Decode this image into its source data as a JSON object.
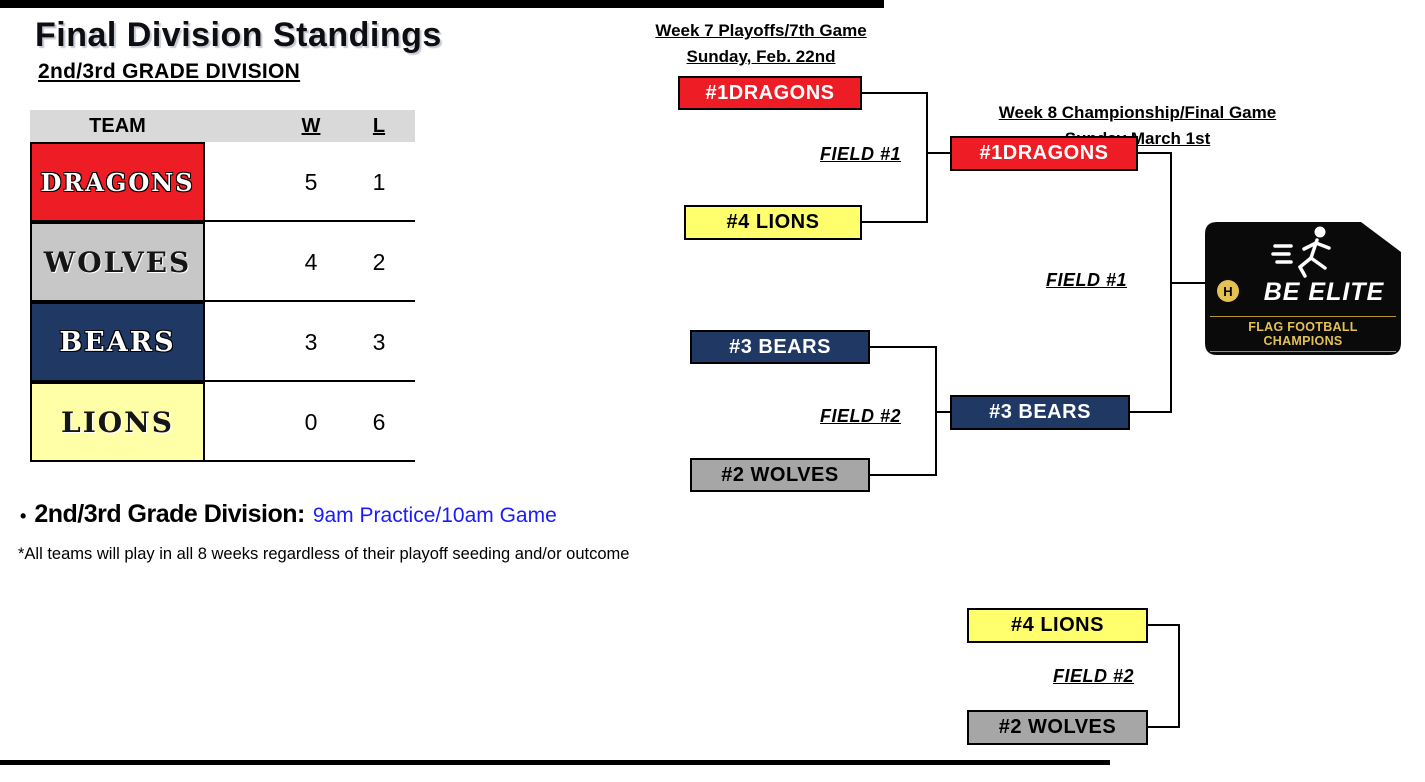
{
  "page": {
    "title": "Final Division Standings"
  },
  "standings": {
    "heading": "2nd/3rd GRADE DIVISION",
    "columns": {
      "team": "TEAM",
      "wins": "W",
      "losses": "L"
    },
    "rows": [
      {
        "team": "DRAGONS",
        "wins": "5",
        "losses": "1"
      },
      {
        "team": "WOLVES",
        "wins": "4",
        "losses": "2"
      },
      {
        "team": "BEARS",
        "wins": "3",
        "losses": "3"
      },
      {
        "team": "LIONS",
        "wins": "0",
        "losses": "6"
      }
    ]
  },
  "schedule": {
    "bullet": "•",
    "label": "2nd/3rd Grade Division:",
    "value": "9am Practice/10am Game"
  },
  "footnote": "*All teams will play in all 8 weeks regardless of their playoff seeding and/or outcome",
  "bracket": {
    "week7": {
      "line1": "Week 7 Playoffs/7th Game",
      "line2": "Sunday, Feb. 22nd"
    },
    "week8": {
      "line1": "Week 8 Championship/Final Game",
      "line2": "Sunday March 1st"
    },
    "game1": {
      "top": "#1DRAGONS",
      "bottom": "#4 LIONS",
      "field": "FIELD #1",
      "winner": "#1DRAGONS"
    },
    "game2": {
      "top": "#3 BEARS",
      "bottom": "#2 WOLVES",
      "field": "FIELD #2",
      "winner": "#3 BEARS"
    },
    "final": {
      "field": "FIELD #1"
    },
    "consolation": {
      "top": "#4 LIONS",
      "bottom": "#2 WOLVES",
      "field": "FIELD #2"
    }
  },
  "logo": {
    "title": "BE ELITE",
    "subtitle": "FLAG FOOTBALL CHAMPIONS",
    "crest_letter": "H"
  },
  "colors": {
    "red": "#ee1c24",
    "navy": "#1f3864",
    "silver": "#a6a6a6",
    "yellow": "#ffff6e",
    "table_silver": "#c7c7c7",
    "table_yellow": "#ffffa8",
    "header_gray": "#d9d9d9",
    "schedule_blue": "#1a1aff",
    "gold": "#e3c153",
    "white": "#ffffff",
    "black": "#000000"
  }
}
